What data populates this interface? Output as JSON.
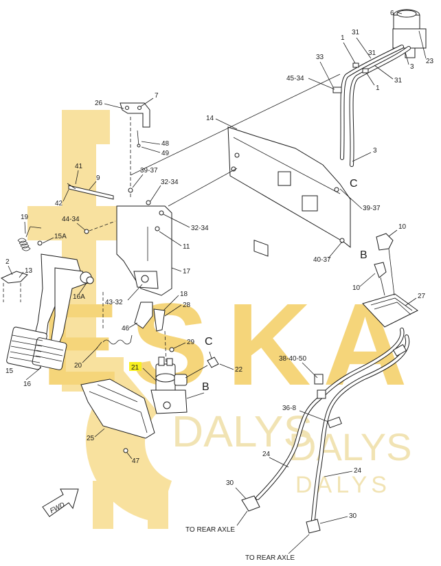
{
  "watermark": {
    "letters": [
      "E",
      "S",
      "K",
      "A"
    ],
    "secondary_1": "DALYS",
    "secondary_2": "DALYS",
    "secondary_3": "DALYS",
    "primary_color": "#f5d57a",
    "secondary_color": "#f1e3b3"
  },
  "highlight": {
    "part": "21",
    "color": "#f7f01f"
  },
  "labels": {
    "p6": "6",
    "p23": "23",
    "p31a": "31",
    "p1a": "1",
    "p31b": "31",
    "p3a": "3",
    "p1b": "1",
    "p31c": "31",
    "p33": "33",
    "p45_34": "45-34",
    "p3b": "3",
    "pC1": "C",
    "p7": "7",
    "p26": "26",
    "p48": "48",
    "p49": "49",
    "p14": "14",
    "p41": "41",
    "p9": "9",
    "p42": "42",
    "p39_37a": "39-37",
    "p32_34a": "32-34",
    "p39_37b": "39-37",
    "p19": "19",
    "p44_34": "44-34",
    "p32_34b": "32-34",
    "p15A": "15A",
    "p11": "11",
    "p10a": "10",
    "pB1": "B",
    "p40_37": "40-37",
    "p2": "2",
    "p13": "13",
    "p17": "17",
    "p10b": "10",
    "p16A": "16A",
    "p43_32": "43-32",
    "p18": "18",
    "p28": "28",
    "p27": "27",
    "p46": "46",
    "p29": "29",
    "pC2": "C",
    "p38_40_50": "38-40-50",
    "p15": "15",
    "p16": "16",
    "p20": "20",
    "p21": "21",
    "p22": "22",
    "pB2": "B",
    "p36_8": "36-8",
    "p25": "25",
    "p24a": "24",
    "p47": "47",
    "p24b": "24",
    "p30a": "30",
    "fwd": "FWD",
    "to_rear_axle_1": "TO REAR AXLE",
    "p30b": "30",
    "to_rear_axle_2": "TO REAR AXLE"
  }
}
